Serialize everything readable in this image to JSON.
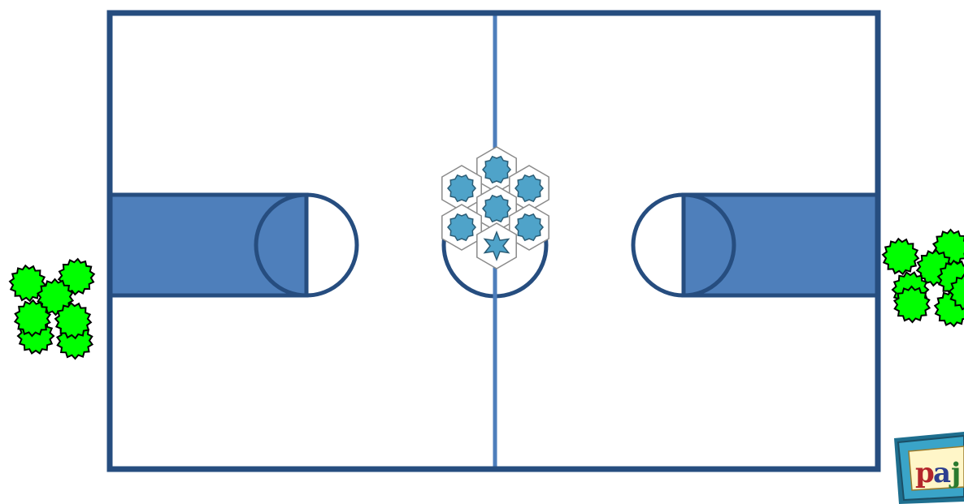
{
  "diagram": {
    "court": {
      "line_color": "#264d7f",
      "center_line_color": "#4d7ebc",
      "key_fill": "#4e7fbb",
      "floor_color": "#ffffff"
    },
    "center_tokens": {
      "fill": "#4fa3c9",
      "outline": "#2a5b74",
      "tile_color": "#ffffff",
      "shapes": [
        "gear",
        "gear",
        "gear",
        "gear",
        "gear",
        "gear",
        "star"
      ]
    },
    "side_tokens": {
      "fill": "#00ff00",
      "outline": "#000000",
      "left_count": 7,
      "right_count": 8
    },
    "logo": {
      "text": "paj",
      "colors": [
        "#b3262b",
        "#2d3f8f",
        "#2a7a2f"
      ],
      "frame_color": "#3aa4c8"
    }
  }
}
